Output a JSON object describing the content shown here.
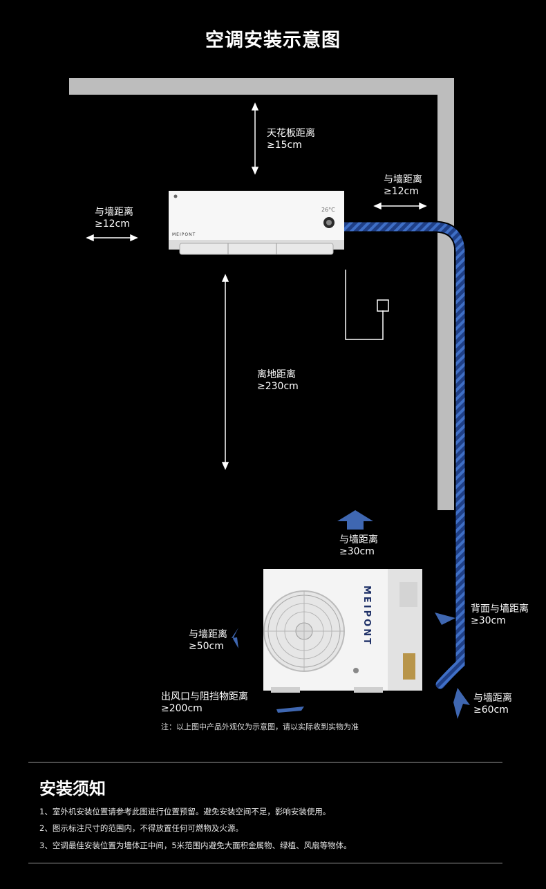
{
  "title": "空调安装示意图",
  "brand": "MEIPONT",
  "indoor_display": "26°C",
  "labels": {
    "ceiling": {
      "name": "天花板距离",
      "value": "≥15cm"
    },
    "left_wall": {
      "name": "与墙距离",
      "value": "≥12cm"
    },
    "right_wall": {
      "name": "与墙距离",
      "value": "≥12cm"
    },
    "floor": {
      "name": "离地距离",
      "value": "≥230cm"
    },
    "outdoor_top": {
      "name": "与墙距离",
      "value": "≥30cm"
    },
    "outdoor_back": {
      "name": "背面与墙距离",
      "value": "≥30cm"
    },
    "outdoor_left": {
      "name": "与墙距离",
      "value": "≥50cm"
    },
    "outdoor_outlet": {
      "name": "出风口与阻挡物距离",
      "value": "≥200cm"
    },
    "outdoor_right": {
      "name": "与墙距离",
      "value": "≥60cm"
    }
  },
  "note": "注：以上图中产品外观仅为示意图，请以实际收到实物为准",
  "instructions": {
    "heading": "安装须知",
    "items": [
      "1、室外机安装位置请参考此图进行位置预留。避免安装空间不足，影响安装使用。",
      "2、图示标注尺寸的范围内，不得放置任何可燃物及火源。",
      "3、空调最佳安装位置为墙体正中间，5米范围内避免大面积金属物、绿植、风扇等物体。"
    ]
  },
  "colors": {
    "wall": "#bdbdbd",
    "pipe": "#2d5cb0",
    "arrow_blue": "#3f67b1"
  }
}
